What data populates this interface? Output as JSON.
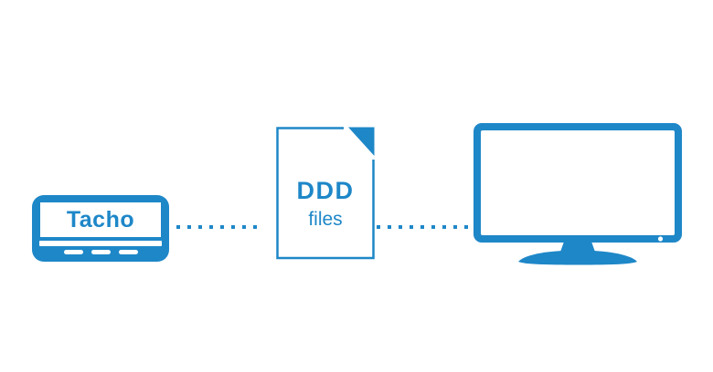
{
  "colors": {
    "accent": "#1e87c8",
    "background": "#ffffff"
  },
  "flow": {
    "nodes": [
      {
        "id": "tachograph",
        "icon": "tachograph-icon",
        "label": "Tacho"
      },
      {
        "id": "ddd-file",
        "icon": "ddd-file-icon",
        "label": "DDD",
        "sublabel": "files"
      },
      {
        "id": "computer",
        "icon": "monitor-icon",
        "label": ""
      }
    ],
    "connectors": [
      {
        "from": "tachograph",
        "to": "ddd-file",
        "style": "dotted"
      },
      {
        "from": "ddd-file",
        "to": "computer",
        "style": "dotted"
      }
    ]
  }
}
